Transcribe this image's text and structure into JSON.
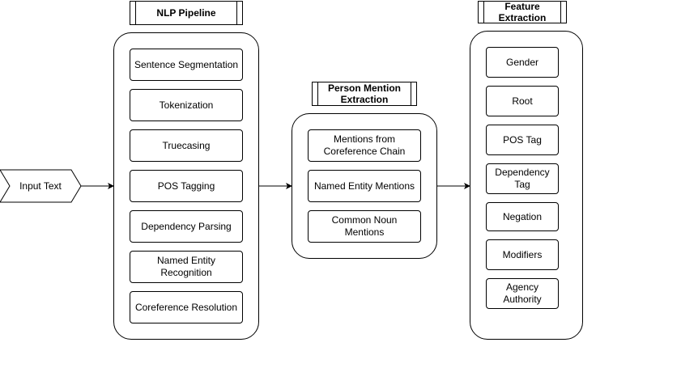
{
  "input": {
    "label": "Input Text"
  },
  "nlp_pipeline": {
    "title": "NLP Pipeline",
    "steps": [
      "Sentence Segmentation",
      "Tokenization",
      "Truecasing",
      "POS Tagging",
      "Dependency Parsing",
      "Named Entity\nRecognition",
      "Coreference Resolution"
    ]
  },
  "person_mention": {
    "title": "Person Mention\nExtraction",
    "steps": [
      "Mentions from\nCoreference Chain",
      "Named Entity Mentions",
      "Common Noun Mentions"
    ]
  },
  "feature_extraction": {
    "title": "Feature\nExtraction",
    "steps": [
      "Gender",
      "Root",
      "POS Tag",
      "Dependency\nTag",
      "Negation",
      "Modifiers",
      "Agency\nAuthority"
    ]
  }
}
